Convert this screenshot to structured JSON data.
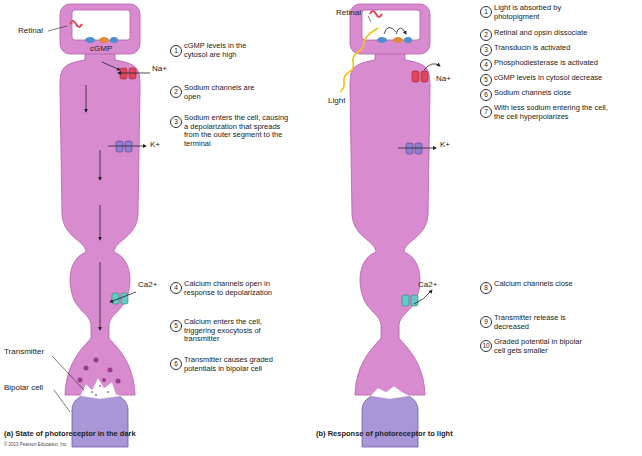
{
  "diagram": {
    "labels": [
      "Retinal",
      "cGMP",
      "Na+",
      "K+",
      "Ca2+",
      "Transmitter",
      "Bipolar cell",
      "1",
      "cGMP levels in the cytosol are high",
      "2",
      "Sodium channels are open",
      "3",
      "Sodium enters the cell, causing a depolarization that spreads from the outer segment to the terminal",
      "4",
      "Calcium channels open in response to depolarization",
      "5",
      "Calcium enters the cell, triggering exocytosis of transmitter",
      "6",
      "Transmitter causes graded potentials in bipolar cell",
      "(a) State of photoreceptor in the dark",
      "© 2013 Pearson Education, Inc.",
      "Retinal",
      "Light",
      "Na+",
      "K+",
      "Ca2+",
      "1",
      "Light is absorbed by photopigment",
      "2",
      "Retinal and opsin dissociate",
      "3",
      "Transducin is activated",
      "4",
      "Phosphodiesterase is activated",
      "5",
      "cGMP levels in cytosol decrease",
      "6",
      "Sodium channels close",
      "7",
      "With less sodium entering the cell, the cell hyperpolarizes",
      "8",
      "Calcium channels close",
      "9",
      "Transmitter release is decreased",
      "10",
      "Graded potential in bipolar cell gets smaller",
      "(b) Response of photoreceptor to light"
    ]
  }
}
